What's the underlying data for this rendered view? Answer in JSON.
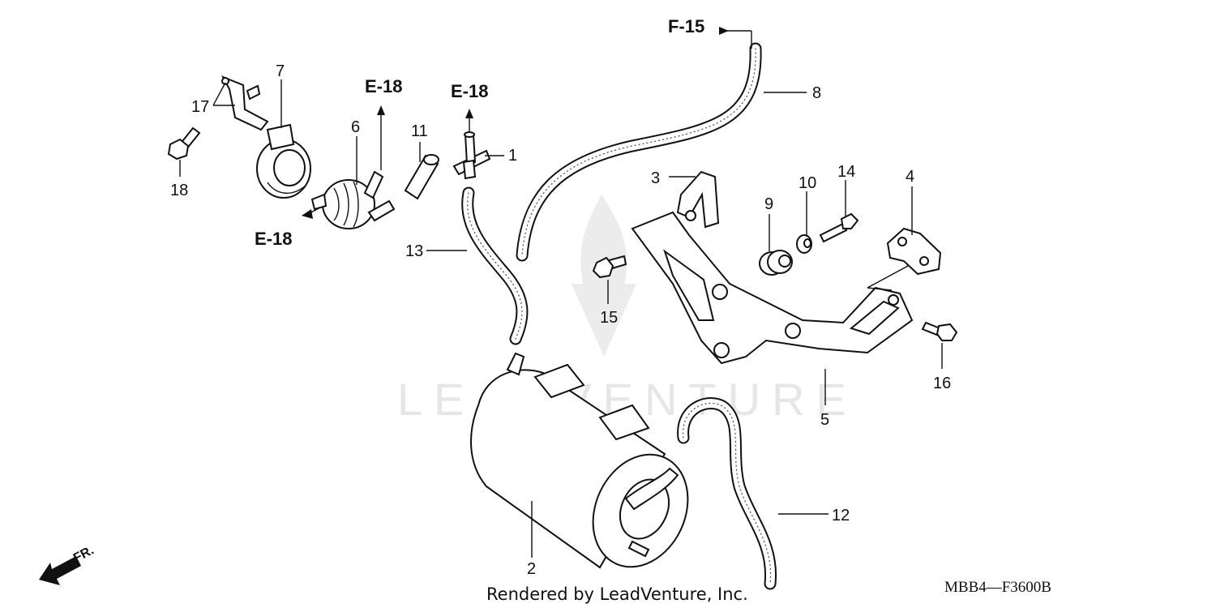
{
  "watermark": "LEADVENTURE",
  "footer": "Rendered by LeadVenture, Inc.",
  "diagram_code": "MBB4—F3600B",
  "front_marker": "FR.",
  "refs": {
    "f15": "F-15",
    "e18_a": "E-18",
    "e18_b": "E-18",
    "e18_c": "E-18"
  },
  "callouts": {
    "p1": "1",
    "p2": "2",
    "p3": "3",
    "p4": "4",
    "p5": "5",
    "p6": "6",
    "p7": "7",
    "p8": "8",
    "p9": "9",
    "p10": "10",
    "p11": "11",
    "p12": "12",
    "p13": "13",
    "p14": "14",
    "p15": "15",
    "p16": "16",
    "p17": "17",
    "p18": "18"
  }
}
